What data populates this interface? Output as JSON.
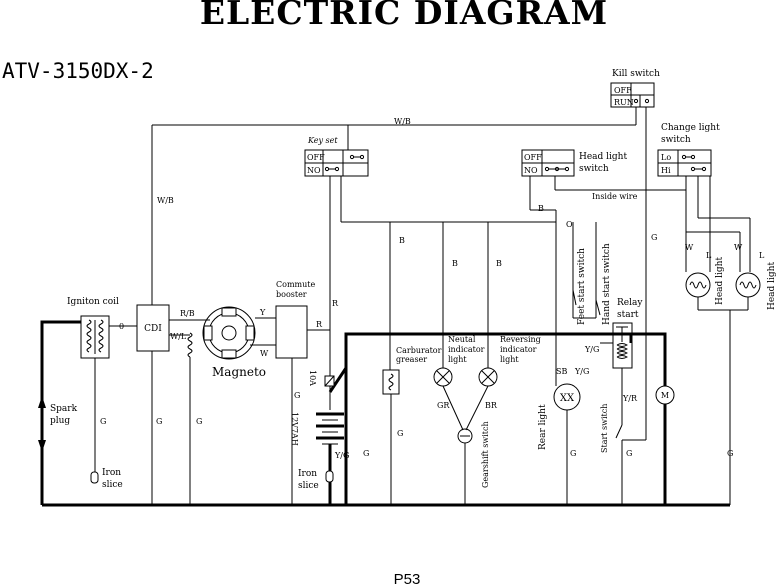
{
  "title": "ELECTRIC DIAGRAM",
  "model": "ATV-3150DX-2",
  "page_number": "P53",
  "components": {
    "kill_switch": "Kill switch",
    "key_set": "Key set",
    "head_light_switch": [
      "Head light",
      "switch"
    ],
    "change_light_switch": [
      "Change light",
      "switch"
    ],
    "ignition_coil": "Igniton coil",
    "cdi": "CDI",
    "magneto": "Magneto",
    "commute_booster": [
      "Commute",
      "booster"
    ],
    "spark_plug": [
      "Spark",
      "plug"
    ],
    "iron_slice": [
      "Iron",
      "slice"
    ],
    "fuse": "10A",
    "battery": "12V7AH",
    "carburator": [
      "Carburator",
      "greaser"
    ],
    "neutral_light": [
      "Neutal",
      "indicator",
      "light"
    ],
    "reversing_light": [
      "Reversing",
      "indicator",
      "light"
    ],
    "gearshift_switch": "Gearshift switch",
    "rear_light": "Rear light",
    "feet_start_switch": "Feet start switch",
    "hand_start_switch": "Hand start switch",
    "relay_start": [
      "Relay",
      "start"
    ],
    "start_switch": "Start switch",
    "head_light": "Head light",
    "inside_wire": "Inside wire"
  },
  "switch_states": {
    "off": "OFF",
    "run": "RUN",
    "on": "NO",
    "lo": "Lo",
    "hi": "Hi"
  },
  "wire_colors": {
    "wb": "W/B",
    "rb": "R/B",
    "wl": "W/L",
    "y": "Y",
    "w": "W",
    "r": "R",
    "b": "B",
    "g": "G",
    "yg": "Y/G",
    "sb": "SB",
    "gr": "GR",
    "br": "BR",
    "yr": "Y/R",
    "l": "L",
    "o": "O",
    "zero": "0"
  }
}
